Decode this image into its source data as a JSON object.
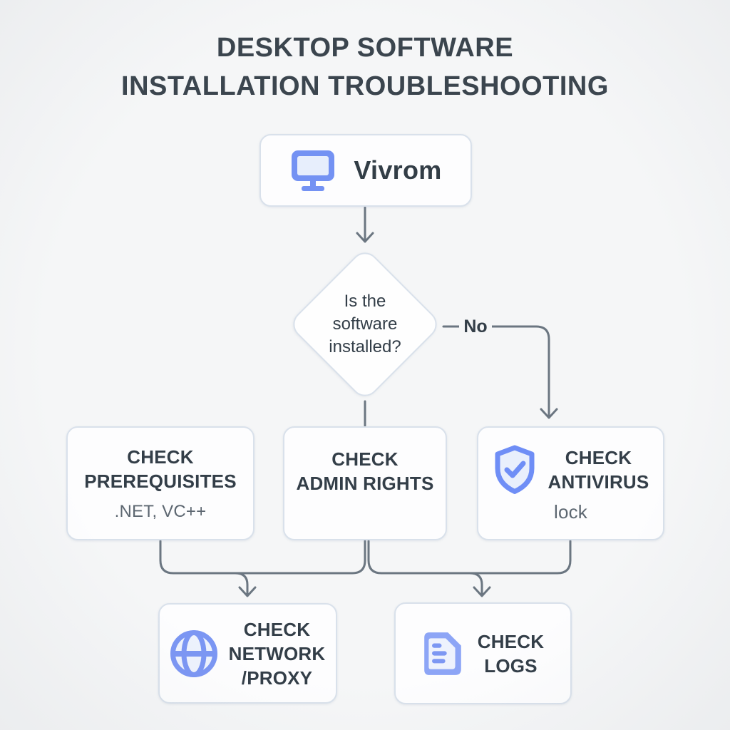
{
  "title": {
    "line1": "DESKTOP SOFTWARE",
    "line2": "INSTALLATION TROUBLESHOOTING"
  },
  "flow": {
    "start": {
      "label": "Vivrom",
      "icon": "monitor-icon"
    },
    "decision": {
      "line1": "Is the",
      "line2": "software",
      "line3": "installed?"
    },
    "no_branch_label": "No",
    "check_prerequisites": {
      "line1": "CHECK",
      "line2": "PREREQUISITES",
      "subtitle": ".NET, VC++"
    },
    "check_admin_rights": {
      "line1": "CHECK",
      "line2": "ADMIN RIGHTS"
    },
    "check_antivirus": {
      "line1": "CHECK",
      "line2": "ANTIVIRUS",
      "subtitle": "lock",
      "icon": "shield-check-icon"
    },
    "check_network_proxy": {
      "line1": "CHECK",
      "line2": "NETWORK",
      "line3": "/PROXY",
      "icon": "globe-icon"
    },
    "check_logs": {
      "line1": "CHECK",
      "line2": "LOGS",
      "icon": "document-icon"
    }
  },
  "colors": {
    "background": "#f5f6f7",
    "box_fill": "#fdfdfe",
    "box_border": "#d9e1eb",
    "accent_blue": "#7492f3",
    "icon_light": "#e9effc",
    "connector_gray": "#6b7681",
    "text_dark": "#333e48",
    "text_muted": "#5d6771"
  }
}
